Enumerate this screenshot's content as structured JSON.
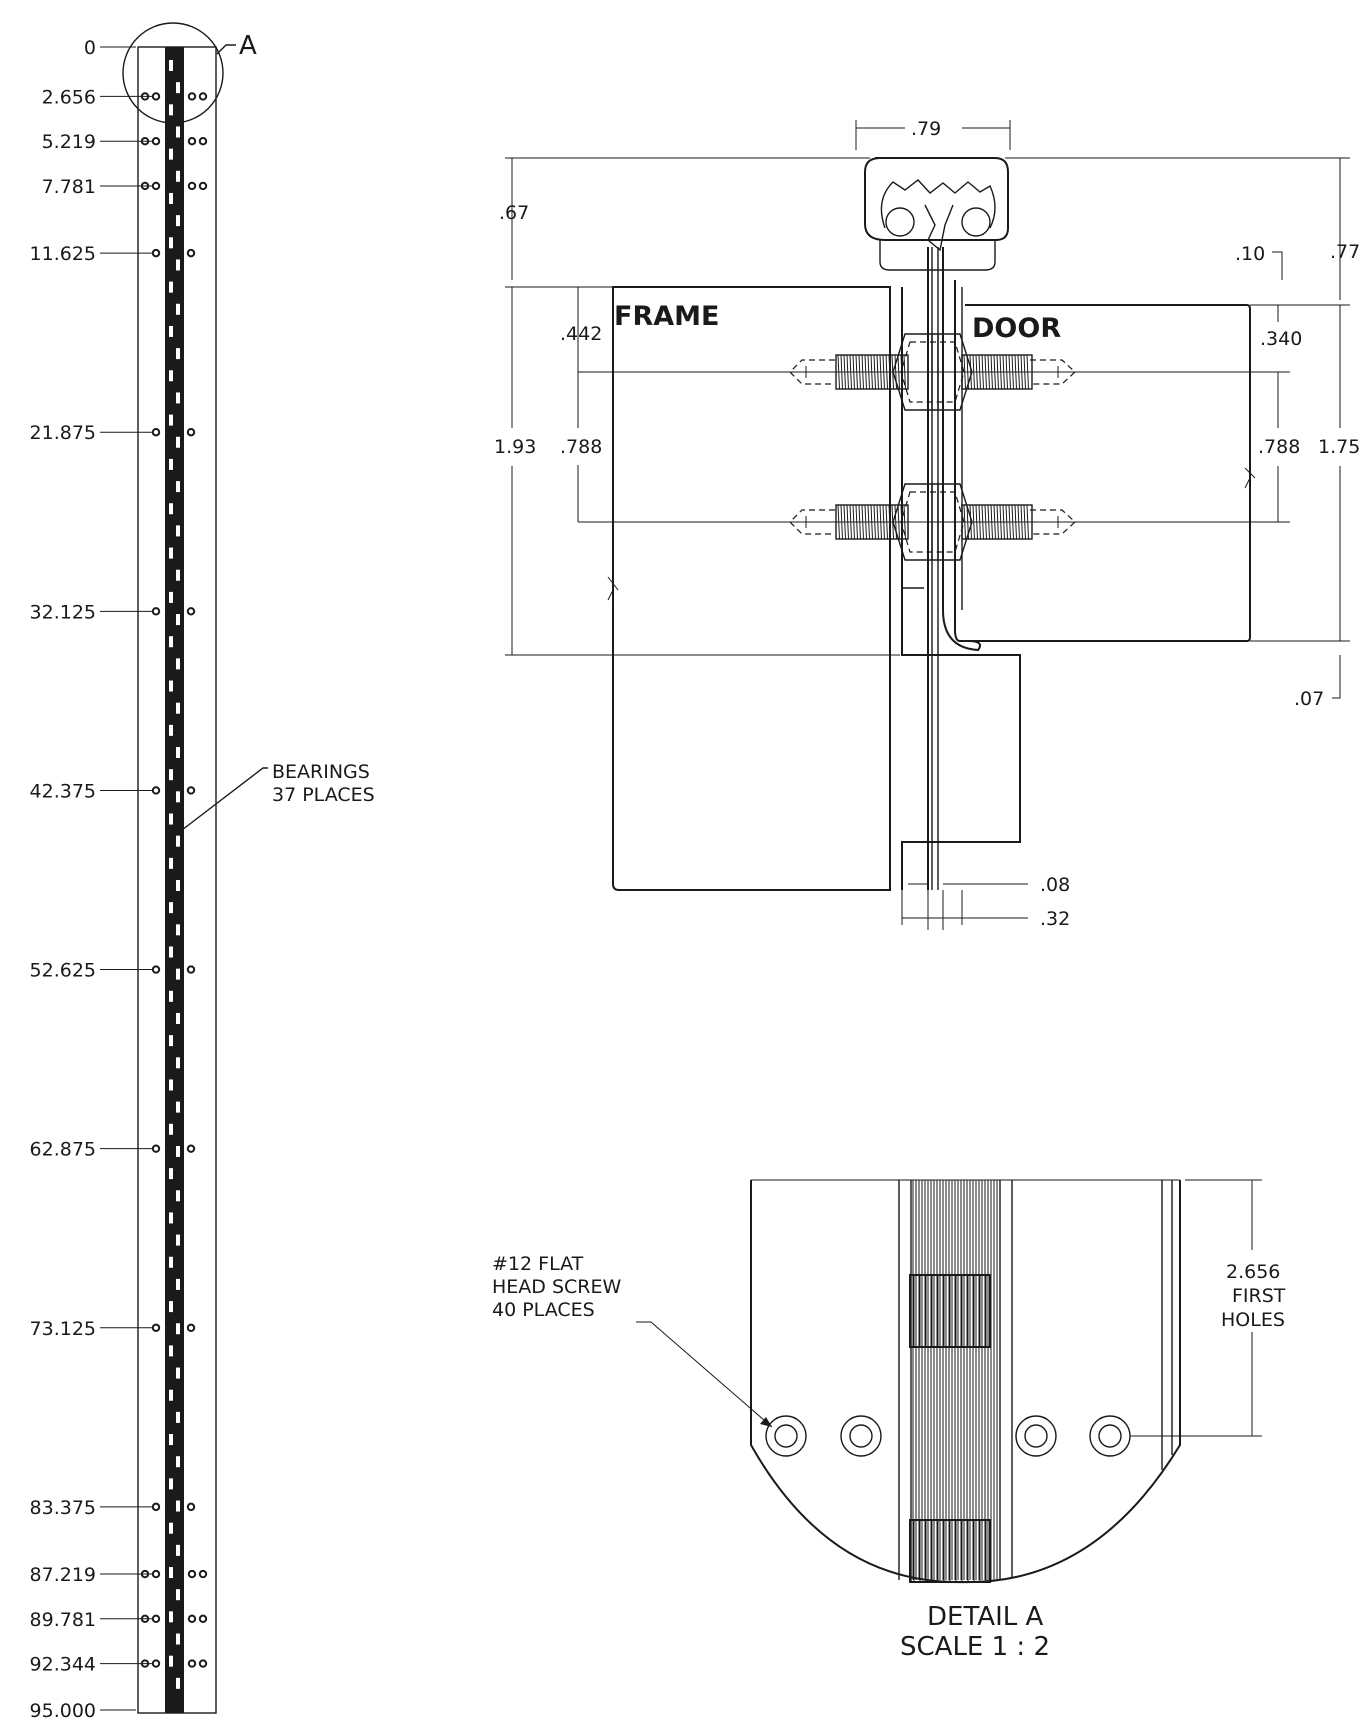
{
  "strip": {
    "detail_callout": "A",
    "bearings_note": [
      "BEARINGS",
      "37 PLACES"
    ],
    "hole_stations": [
      "0",
      "2.656",
      "5.219",
      "7.781",
      "11.625",
      "21.875",
      "32.125",
      "42.375",
      "52.625",
      "62.875",
      "73.125",
      "83.375",
      "87.219",
      "89.781",
      "92.344",
      "95.000"
    ]
  },
  "section": {
    "frame_label": "FRAME",
    "door_label": "DOOR",
    "dims": {
      "width_top": ".79",
      "top_height": ".67",
      "top_gap": ".10",
      "right_total": ".77",
      "frame_first": ".442",
      "door_first": ".340",
      "frame_total": "1.93",
      "frame_spacing": ".788",
      "door_spacing": ".788",
      "door_total": "1.75",
      "bottom_offset": ".07",
      "knuckle_gap": ".08",
      "leaf_thickness": ".32"
    }
  },
  "detail": {
    "screw_note": [
      "#12 FLAT",
      "HEAD SCREW",
      "40 PLACES"
    ],
    "first_holes_note": [
      "2.656",
      "FIRST",
      "HOLES"
    ],
    "title": "DETAIL A",
    "scale": "SCALE 1 : 2"
  }
}
